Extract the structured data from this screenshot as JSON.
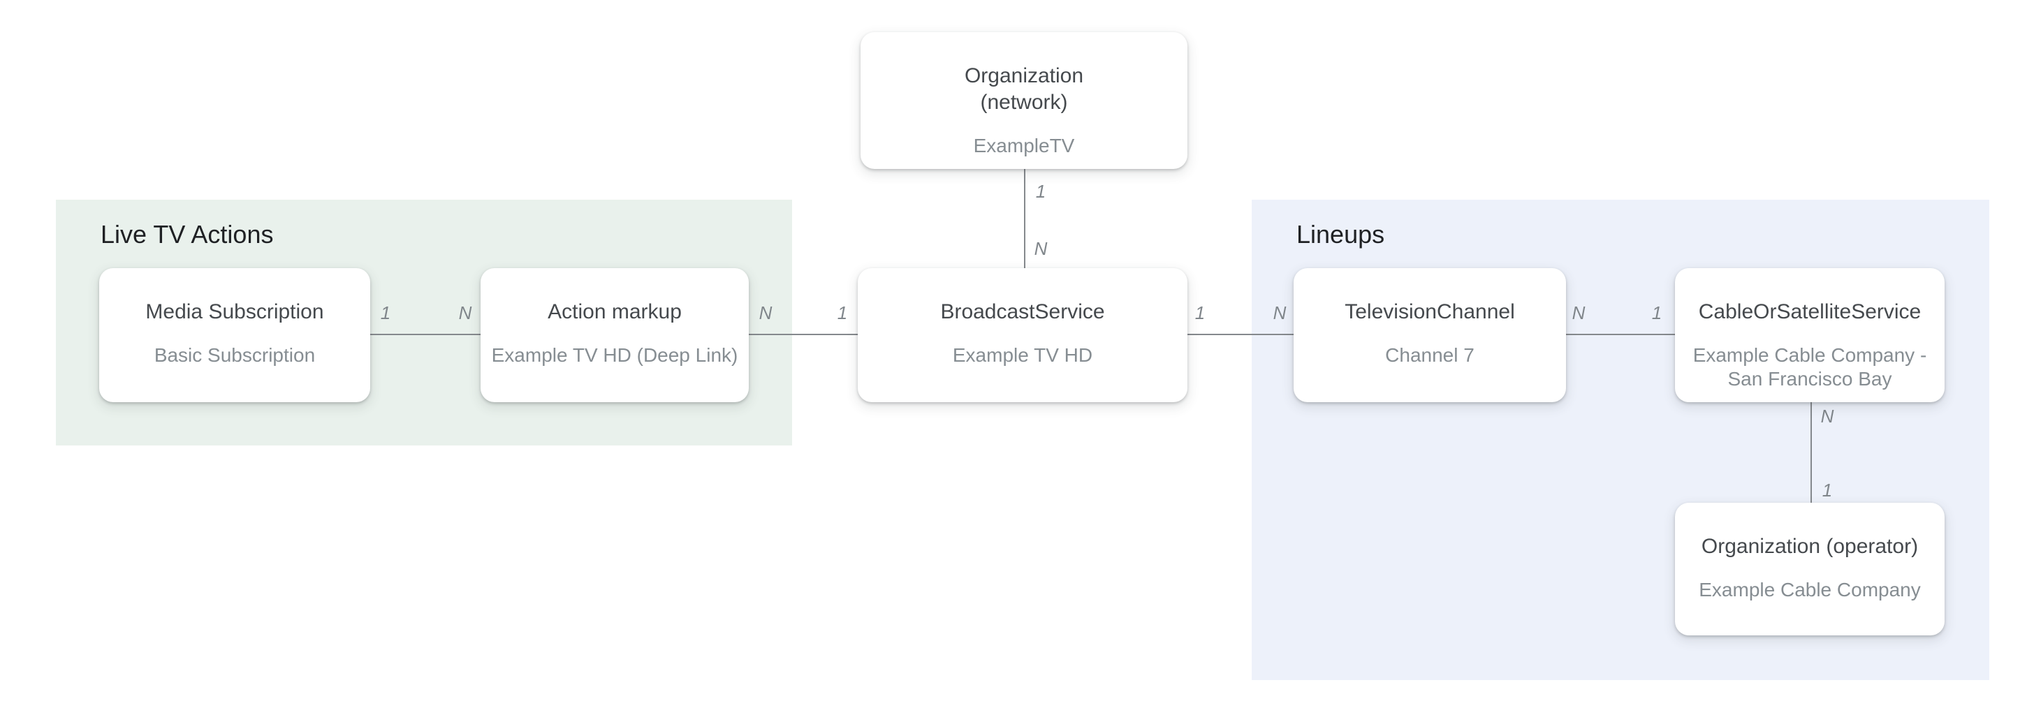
{
  "regions": [
    {
      "id": "live-tv-actions",
      "label": "Live TV Actions"
    },
    {
      "id": "lineups",
      "label": "Lineups"
    }
  ],
  "nodes": [
    {
      "id": "org-network",
      "title": "Organization (network)",
      "subtitle": "ExampleTV"
    },
    {
      "id": "media-subscription",
      "title": "Media Subscription",
      "subtitle": "Basic Subscription"
    },
    {
      "id": "action-markup",
      "title": "Action markup",
      "subtitle": "Example TV HD (Deep Link)"
    },
    {
      "id": "broadcast-service",
      "title": "BroadcastService",
      "subtitle": "Example TV HD"
    },
    {
      "id": "television-channel",
      "title": "TelevisionChannel",
      "subtitle": "Channel 7"
    },
    {
      "id": "cable-or-satellite-service",
      "title": "CableOrSatelliteService",
      "subtitle": "Example Cable Company - San Francisco Bay"
    },
    {
      "id": "org-operator",
      "title": "Organization (operator)",
      "subtitle": "Example Cable Company"
    }
  ],
  "edges": [
    {
      "from": "media-subscription",
      "to": "action-markup",
      "from_label": "1",
      "to_label": "N"
    },
    {
      "from": "action-markup",
      "to": "broadcast-service",
      "from_label": "N",
      "to_label": "1"
    },
    {
      "from": "broadcast-service",
      "to": "television-channel",
      "from_label": "1",
      "to_label": "N"
    },
    {
      "from": "television-channel",
      "to": "cable-or-satellite-service",
      "from_label": "N",
      "to_label": "1"
    },
    {
      "from": "org-network",
      "to": "broadcast-service",
      "from_label": "1",
      "to_label": "N"
    },
    {
      "from": "cable-or-satellite-service",
      "to": "org-operator",
      "from_label": "N",
      "to_label": "1"
    }
  ],
  "colors": {
    "live_tv_actions_bg": "#e9f1ec",
    "lineups_bg": "#edf1fa",
    "node_bg": "#ffffff",
    "node_title_text": "#45494d",
    "node_subtitle_text": "#868d92",
    "section_title_text": "#1f2124",
    "connector_line": "#85898d",
    "cardinality_text": "#80868b"
  }
}
